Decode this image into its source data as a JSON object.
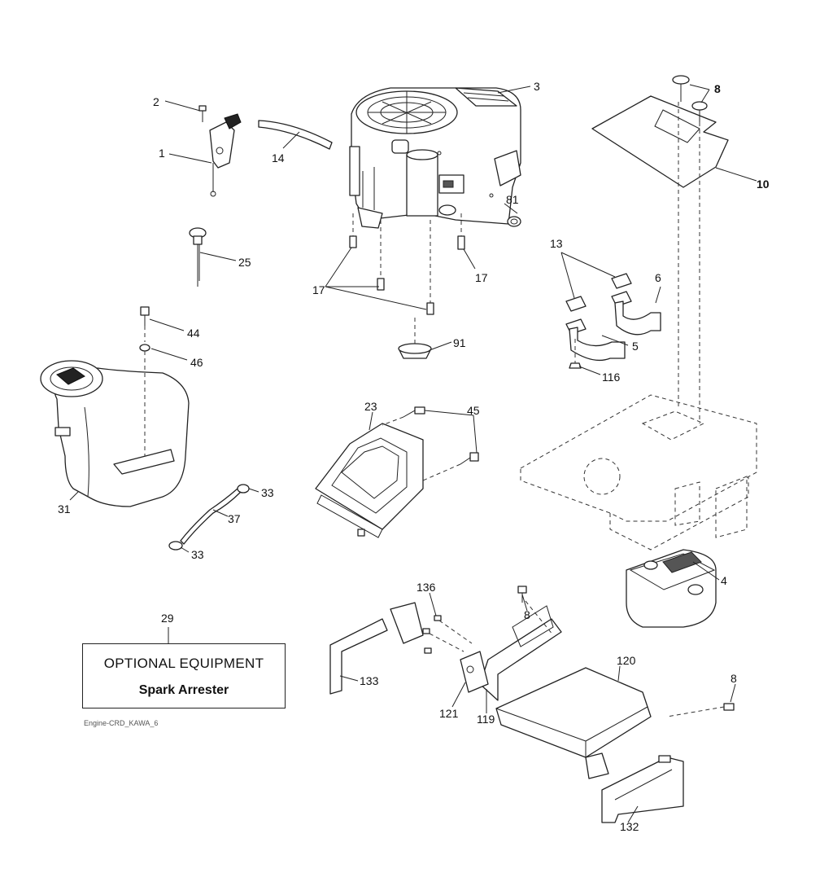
{
  "labels": [
    {
      "id": "p2",
      "text": "2"
    },
    {
      "id": "p1",
      "text": "1"
    },
    {
      "id": "p14",
      "text": "14"
    },
    {
      "id": "p3",
      "text": "3"
    },
    {
      "id": "p8a",
      "text": "8"
    },
    {
      "id": "p10",
      "text": "10"
    },
    {
      "id": "p81",
      "text": "81"
    },
    {
      "id": "p25",
      "text": "25"
    },
    {
      "id": "p17a",
      "text": "17"
    },
    {
      "id": "p17b",
      "text": "17"
    },
    {
      "id": "p13",
      "text": "13"
    },
    {
      "id": "p6",
      "text": "6"
    },
    {
      "id": "p5",
      "text": "5"
    },
    {
      "id": "p116",
      "text": "116"
    },
    {
      "id": "p44",
      "text": "44"
    },
    {
      "id": "p46",
      "text": "46"
    },
    {
      "id": "p91",
      "text": "91"
    },
    {
      "id": "p23",
      "text": "23"
    },
    {
      "id": "p45",
      "text": "45"
    },
    {
      "id": "p33a",
      "text": "33"
    },
    {
      "id": "p37",
      "text": "37"
    },
    {
      "id": "p33b",
      "text": "33"
    },
    {
      "id": "p31",
      "text": "31"
    },
    {
      "id": "p4",
      "text": "4"
    },
    {
      "id": "p136",
      "text": "136"
    },
    {
      "id": "p8b",
      "text": "8"
    },
    {
      "id": "p29",
      "text": "29"
    },
    {
      "id": "p120",
      "text": "120"
    },
    {
      "id": "p133",
      "text": "133"
    },
    {
      "id": "p8c",
      "text": "8"
    },
    {
      "id": "p121",
      "text": "121"
    },
    {
      "id": "p119",
      "text": "119"
    },
    {
      "id": "p132",
      "text": "132"
    }
  ],
  "optional_box": {
    "title": "OPTIONAL EQUIPMENT",
    "subtitle": "Spark Arrester"
  },
  "caption": "Engine-CRD_KAWA_6"
}
